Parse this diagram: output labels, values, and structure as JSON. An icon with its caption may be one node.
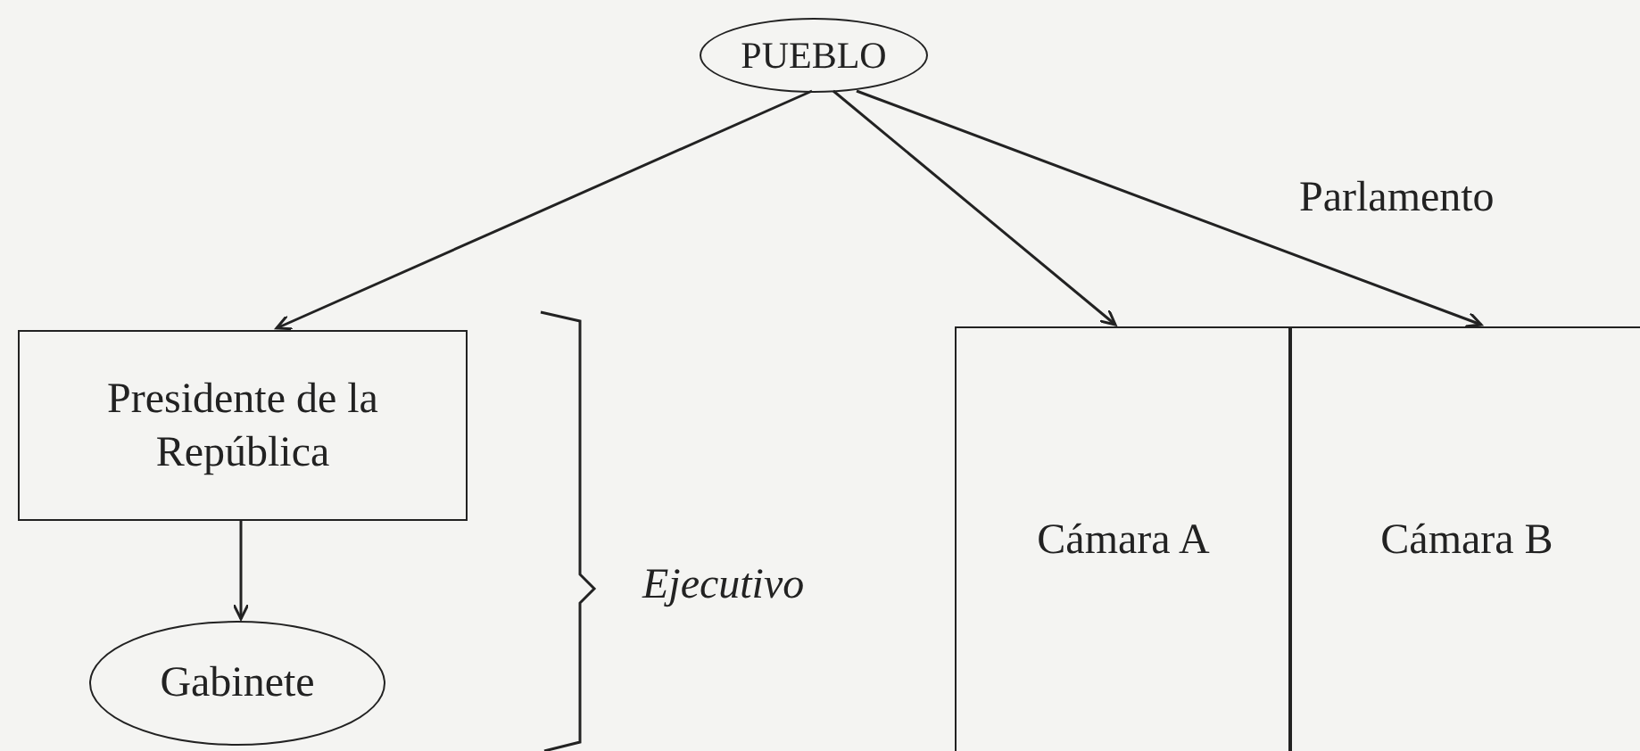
{
  "diagram": {
    "nodes": [
      {
        "text": [
          "PUEBLO"
        ]
      },
      {
        "text": [
          "Presidente de la República"
        ]
      },
      {
        "text": [
          "Gabinete"
        ]
      },
      {
        "text": [
          "Cámara A"
        ]
      },
      {
        "text": [
          "Cámara B"
        ]
      }
    ],
    "edges": [
      {
        "from": 0,
        "to": 1,
        "arrow": "to"
      },
      {
        "from": 0,
        "to": 3,
        "arrow": "to"
      },
      {
        "from": 0,
        "to": 4,
        "arrow": "to"
      },
      {
        "from": 1,
        "to": 2,
        "arrow": "to"
      }
    ],
    "labels": [
      "Parlamento",
      "Ejecutivo"
    ]
  }
}
